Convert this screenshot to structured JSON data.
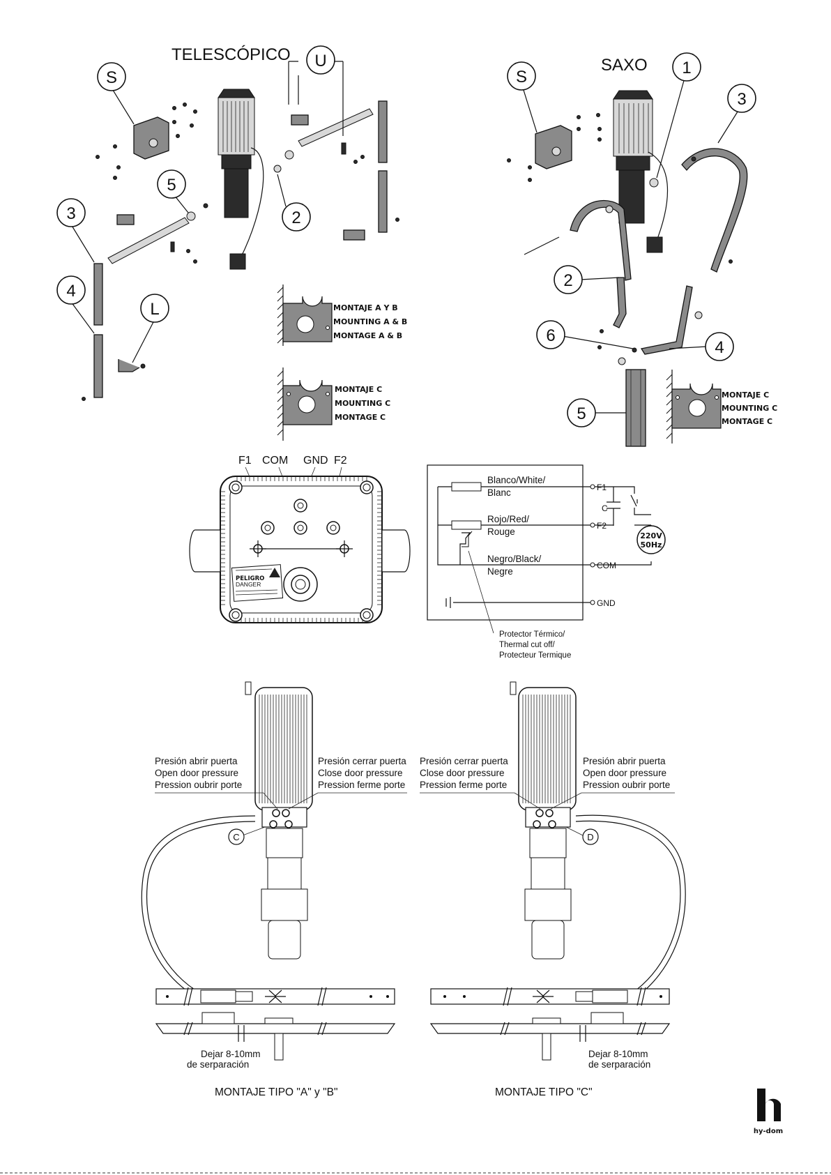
{
  "top_left": {
    "title": "TELESCÓPICO",
    "callouts": [
      "S",
      "U",
      "5",
      "2",
      "3",
      "4",
      "L"
    ],
    "mount_ab": [
      "MONTAJE A Y B",
      "MOUNTING A & B",
      "MONTAGE A & B"
    ],
    "mount_c": [
      "MONTAJE C",
      "MOUNTING C",
      "MONTAGE C"
    ]
  },
  "top_right": {
    "title": "SAXO",
    "callouts": [
      "S",
      "1",
      "3",
      "2",
      "6",
      "4",
      "5"
    ],
    "mount_c": [
      "MONTAJE C",
      "MOUNTING C",
      "MONTAGE C"
    ]
  },
  "motor_back": {
    "terminals": [
      "F1",
      "COM",
      "GND",
      "F2"
    ],
    "warning_title": "PELIGRO",
    "warning_sub": "DANGER"
  },
  "wiring": {
    "white": [
      "Blanco/White/",
      "Blanc"
    ],
    "red": [
      "Rojo/Red/",
      "Rouge"
    ],
    "black": [
      "Negro/Black/",
      "Negre"
    ],
    "outputs": [
      "F1",
      "F2",
      "COM",
      "GND"
    ],
    "capacitor": "C",
    "supply": [
      "220V",
      "50Hz"
    ],
    "thermal": [
      "Protector Térmico/",
      "Thermal cut off/",
      "Protecteur Termique"
    ]
  },
  "mount_ab_diagram": {
    "left_labels": [
      "Presión abrir puerta",
      "Open door pressure",
      "Pression oubrir porte"
    ],
    "right_labels": [
      "Presión cerrar puerta",
      "Close door pressure",
      "Pression ferme porte"
    ],
    "valve": "C",
    "gap": [
      "Dejar 8-10mm",
      "de serparación"
    ],
    "caption": "MONTAJE TIPO \"A\" y \"B\""
  },
  "mount_c_diagram": {
    "left_labels": [
      "Presión cerrar puerta",
      "Close door pressure",
      "Pression ferme porte"
    ],
    "right_labels": [
      "Presión abrir puerta",
      "Open door pressure",
      "Pression oubrir porte"
    ],
    "valve": "D",
    "gap": [
      "Dejar 8-10mm",
      "de serparación"
    ],
    "caption": "MONTAJE TIPO \"C\""
  },
  "brand": "hy-dom"
}
